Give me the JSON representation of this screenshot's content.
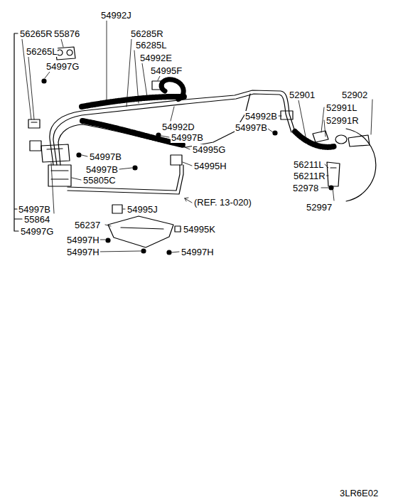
{
  "diagram": {
    "labels": [
      "56265R",
      "55876",
      "54992J",
      "56285R",
      "56265L",
      "56285L",
      "54992E",
      "54997G",
      "54995F",
      "52901",
      "52902",
      "52991L",
      "52991R",
      "54992B",
      "54997B",
      "54992D",
      "54997B",
      "54995G",
      "54997B",
      "54997B",
      "54995H",
      "56211L",
      "56211R",
      "55805C",
      "52978",
      "(REF. 13-020)",
      "52997",
      "54997B",
      "54995J",
      "55864",
      "54997G",
      "56237",
      "54995K",
      "54997H",
      "54997H",
      "54997H",
      "3LR6E02"
    ]
  }
}
